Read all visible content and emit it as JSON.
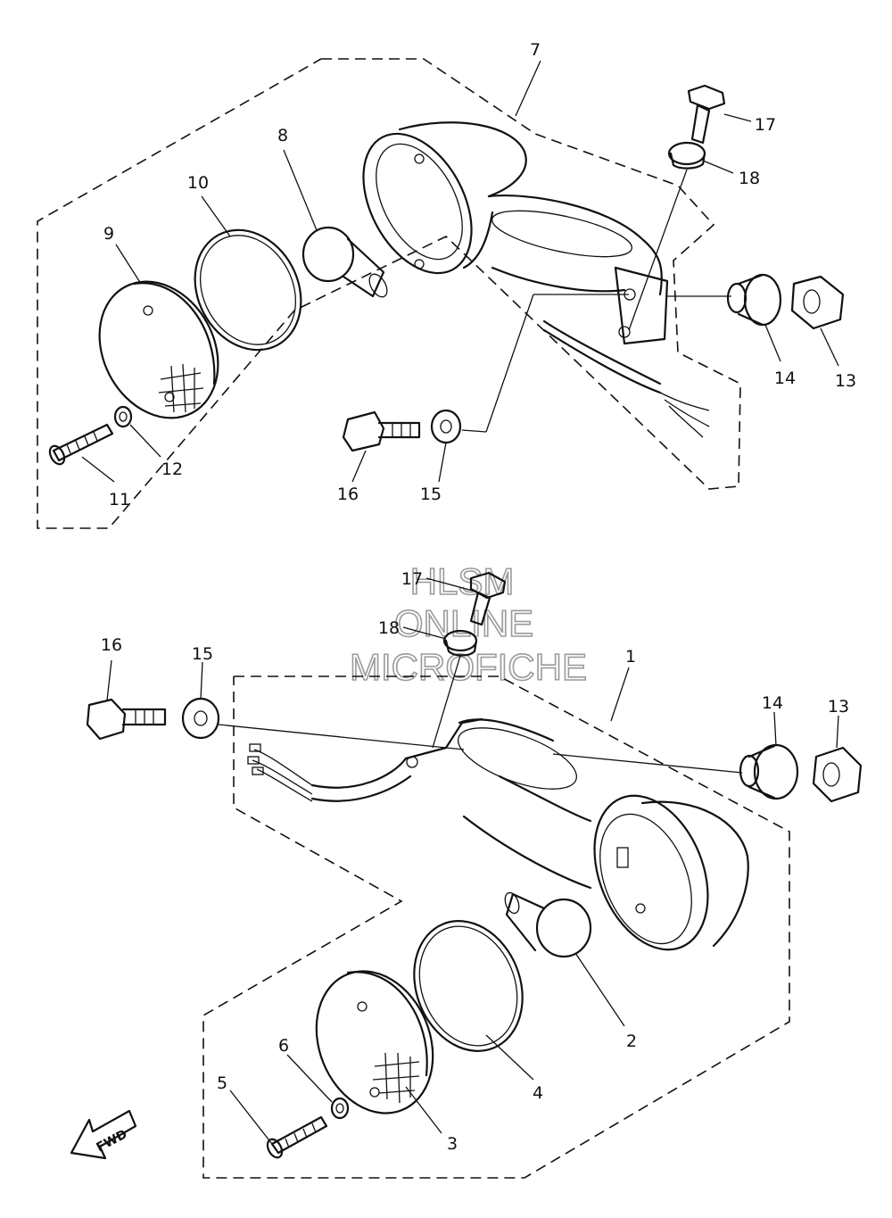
{
  "callouts": {
    "top": {
      "p7": "7",
      "p8": "8",
      "p9": "9",
      "p10": "10",
      "p11": "11",
      "p12": "12",
      "p13": "13",
      "p14": "14",
      "p15": "15",
      "p16": "16",
      "p17": "17",
      "p18": "18"
    },
    "bottom": {
      "p1": "1",
      "p2": "2",
      "p3": "3",
      "p4": "4",
      "p5": "5",
      "p6": "6",
      "p13": "13",
      "p14": "14",
      "p15": "15",
      "p16": "16",
      "p17": "17",
      "p18": "18"
    }
  },
  "watermark": {
    "line1": "HLSM",
    "line2": "ONLINE",
    "line3": "MICROFICHE"
  },
  "direction_arrow": {
    "label": "FWD"
  }
}
